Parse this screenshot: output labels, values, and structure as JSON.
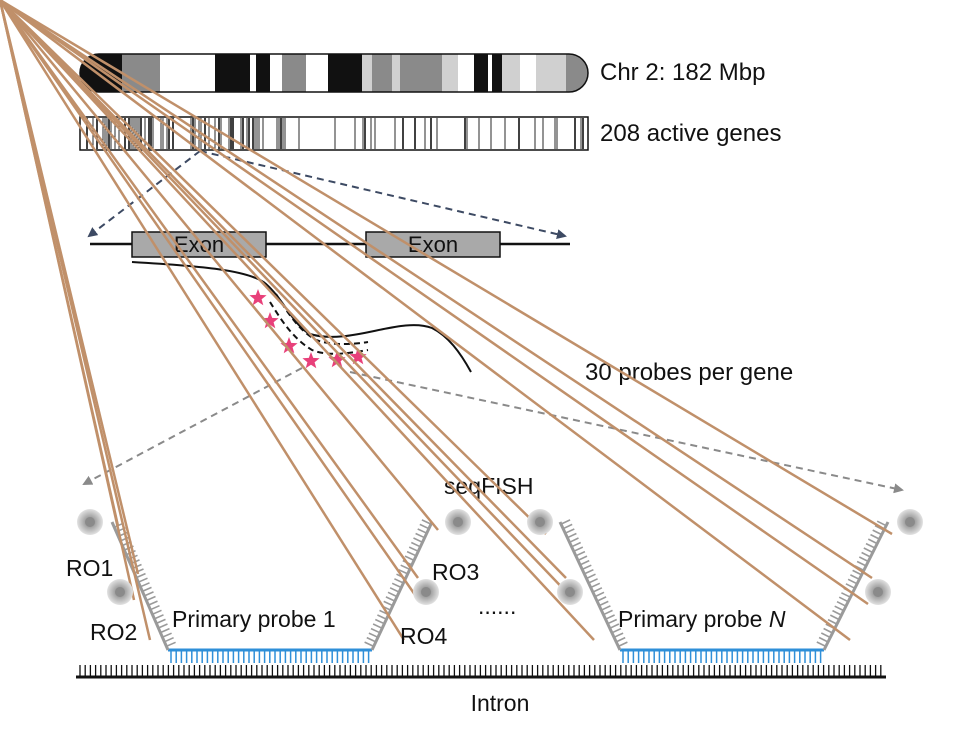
{
  "chromosome": {
    "label": "Chr 2: 182 Mbp",
    "colors": {
      "dark": "#111111",
      "mid": "#8a8a8a",
      "light": "#d0d0d0",
      "white": "#ffffff"
    }
  },
  "genes": {
    "label": "208 active genes"
  },
  "gene_model": {
    "exons": [
      {
        "label": "Exon"
      },
      {
        "label": "Exon"
      }
    ],
    "exon_fill": "#a9a9a9"
  },
  "probes": {
    "label": "30 probes per gene",
    "star_color": "#e8407a"
  },
  "seqfish": {
    "title": "seqFISH",
    "readouts": [
      "RO1",
      "RO2",
      "RO3",
      "RO4"
    ],
    "primary_probe_1": "Primary probe 1",
    "primary_probe_n_prefix": "Primary probe ",
    "primary_probe_n_italic": "N",
    "ellipsis": "......",
    "intron_label": "Intron",
    "probe_color": "#2f8fd8",
    "readout_color": "#c0906a"
  },
  "arrows": {
    "dark_color": "#3d4a63",
    "light_color": "#8a8a8a"
  }
}
